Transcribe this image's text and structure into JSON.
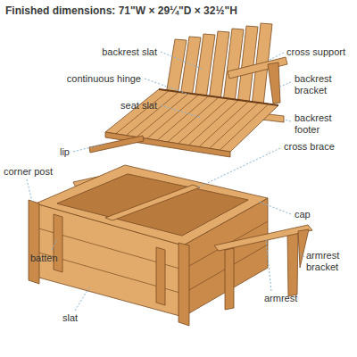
{
  "diagram": {
    "title": "Finished dimensions: 71\"W × 29¼\"D × 32½\"H",
    "labels": [
      "backrest slat",
      "continuous hinge",
      "seat slat",
      "lip",
      "corner post",
      "batten",
      "slat",
      "cross support",
      "backrest bracket",
      "backrest footer",
      "cross brace",
      "cap",
      "armrest",
      "armrest bracket"
    ]
  }
}
